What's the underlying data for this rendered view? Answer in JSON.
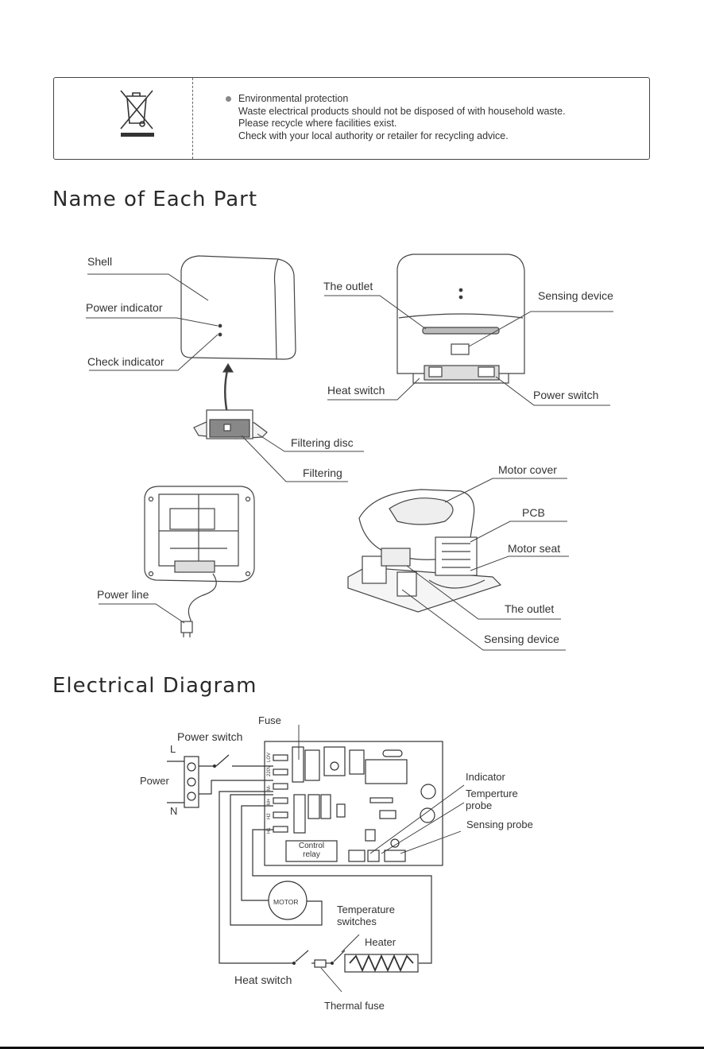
{
  "notice": {
    "title": "Environmental protection",
    "lines": [
      "Waste electrical products should not be disposed of with household waste.",
      "Please recycle where facilities exist.",
      "Check with your local authority or retailer for recycling advice."
    ],
    "icon": "crossed-out-wheelie-bin-icon"
  },
  "parts_section": {
    "heading": "Name of Each Part",
    "labels": {
      "shell": "Shell",
      "power_indicator": "Power indicator",
      "check_indicator": "Check indicator",
      "outlet_front": "The outlet",
      "sensing_device_front": "Sensing device",
      "heat_switch": "Heat switch",
      "power_switch": "Power switch",
      "filtering_disc": "Filtering disc",
      "filtering": "Filtering",
      "motor_cover": "Motor cover",
      "pcb": "PCB",
      "motor_seat": "Motor seat",
      "power_line": "Power line",
      "outlet_internal": "The outlet",
      "sensing_device_internal": "Sensing device"
    }
  },
  "electrical_section": {
    "heading": "Electrical Diagram",
    "labels": {
      "fuse": "Fuse",
      "power_switch": "Power switch",
      "L": "L",
      "power": "Power",
      "N": "N",
      "indicator": "Indicator",
      "temperature_probe_1": "Temperture",
      "temperature_probe_2": "probe",
      "sensing_probe": "Sensing probe",
      "control_relay_1": "Control",
      "control_relay_2": "relay",
      "motor": "MOTOR",
      "temperature_switches_1": "Temperature",
      "temperature_switches_2": "switches",
      "heater": "Heater",
      "heat_switch": "Heat switch",
      "thermal_fuse": "Thermal fuse"
    },
    "terminal_labels": [
      "LOV",
      "220V",
      "M-",
      "M+",
      "H2",
      "H1"
    ]
  }
}
